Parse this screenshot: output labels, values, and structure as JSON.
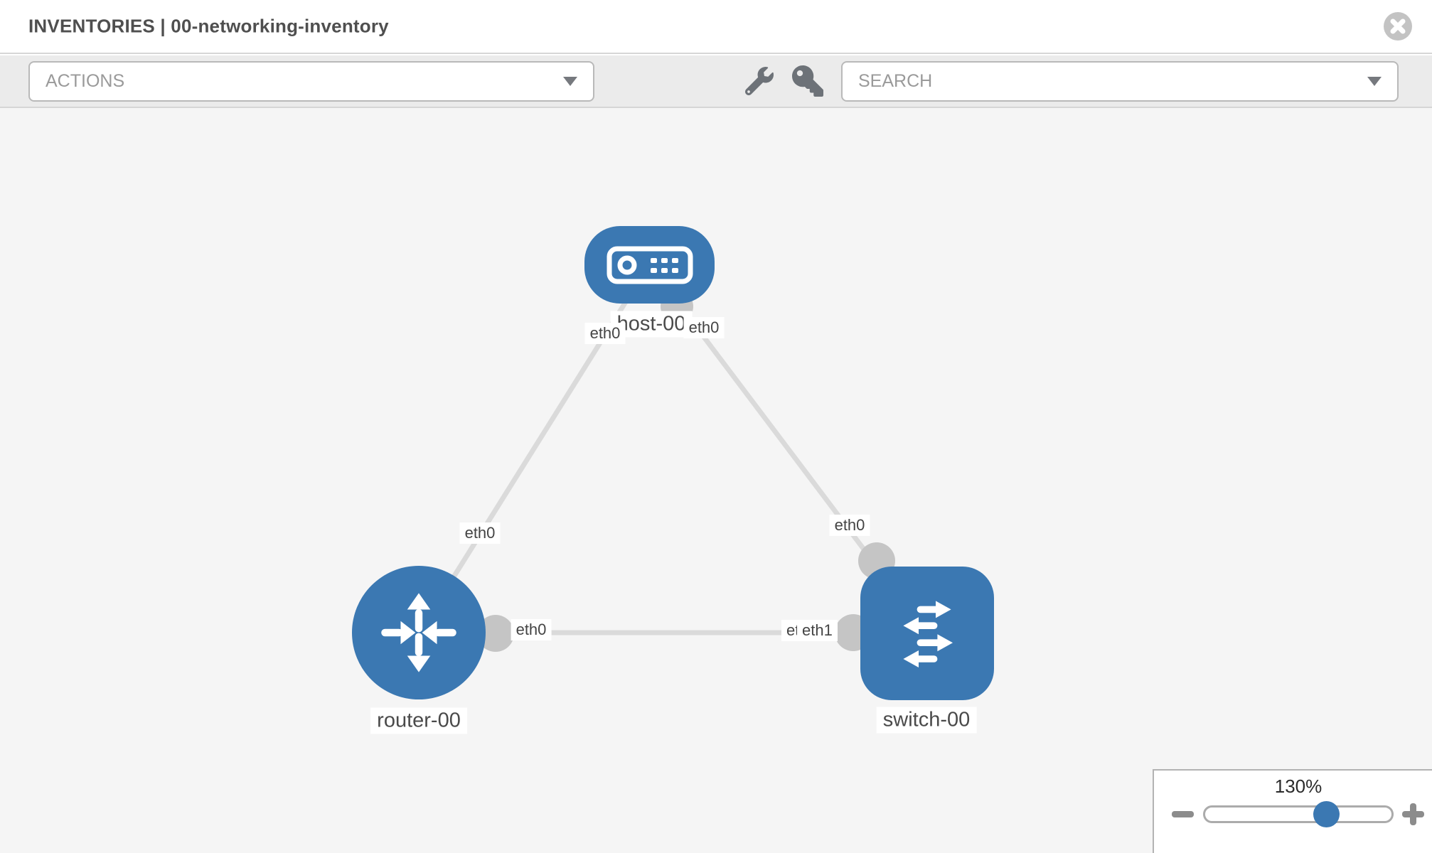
{
  "header": {
    "title": "INVENTORIES | 00-networking-inventory"
  },
  "toolbar": {
    "actions": {
      "label": "ACTIONS"
    },
    "search": {
      "placeholder": "SEARCH"
    }
  },
  "topology": {
    "nodes": [
      {
        "id": "host-00",
        "type": "host",
        "label": "host-00"
      },
      {
        "id": "router-00",
        "type": "router",
        "label": "router-00"
      },
      {
        "id": "switch-00",
        "type": "switch",
        "label": "switch-00"
      }
    ],
    "links": [
      {
        "source": "host-00",
        "target": "router-00",
        "source_interface": "eth0",
        "target_interface": "eth0"
      },
      {
        "source": "host-00",
        "target": "switch-00",
        "source_interface": "eth0",
        "target_interface": "eth0"
      },
      {
        "source": "router-00",
        "target": "switch-00",
        "source_interface": "eth0",
        "target_interface": "eth1",
        "overlapped_label": "eth0"
      }
    ]
  },
  "zoom": {
    "value": "130%"
  },
  "icons": [
    "close-circle-icon",
    "chevron-down-icon",
    "wrench-icon",
    "key-icon",
    "host-icon",
    "router-icon",
    "switch-icon",
    "minus-icon",
    "plus-icon"
  ],
  "colors": {
    "node_blue": "#3b78b2",
    "port_gray": "#c5c5c5",
    "link_gray": "#dadada",
    "toolbar_gray": "#ebebeb",
    "canvas_gray": "#f5f5f5"
  }
}
